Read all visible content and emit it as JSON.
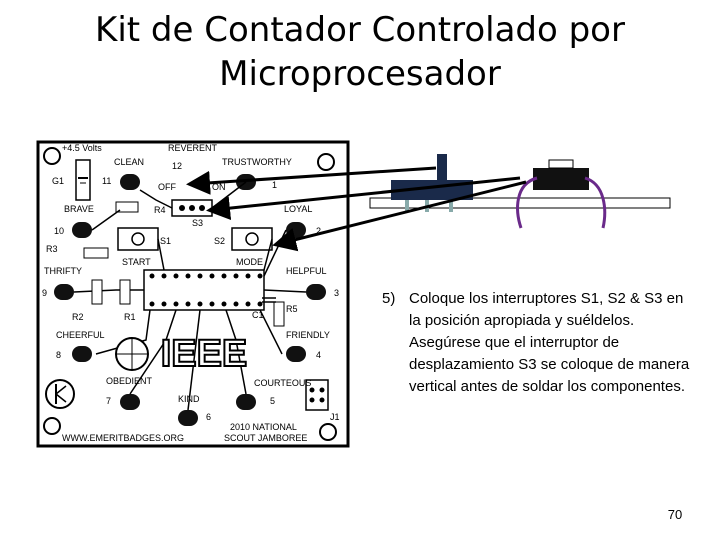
{
  "slide": {
    "title_line1": "Kit de Contador Controlado por",
    "title_line2": "Microprocesador",
    "step_number": "5)",
    "step_text": "Coloque los interruptores S1, S2 & S3 en la posición apropiada y suéldelos. Asegúrese que el interruptor de desplazamiento S3 se coloque de manera vertical antes de soldar los componentes.",
    "page_number": "70"
  },
  "pcb": {
    "voltage": "+4.5 Volts",
    "g1": "G1",
    "reverent": "REVERENT",
    "clean": "CLEAN",
    "trustworthy": "TRUSTWORTHY",
    "off": "OFF",
    "on": "ON",
    "n12": "12",
    "n11": "11",
    "n1": "1",
    "brave": "BRAVE",
    "r4": "R4",
    "s3": "S3",
    "loyal": "LOYAL",
    "n10": "10",
    "n2": "2",
    "r3": "R3",
    "s1": "S1",
    "s2": "S2",
    "start": "START",
    "mode": "MODE",
    "thrifty": "THRIFTY",
    "helpful": "HELPFUL",
    "n9": "9",
    "n3": "3",
    "r2": "R2",
    "r1": "R1",
    "r5": "R5",
    "c1": "C1",
    "cheerful": "CHEERFUL",
    "friendly": "FRIENDLY",
    "n8": "8",
    "n4": "4",
    "ieee": "IEEE",
    "obedient": "OBEDIENT",
    "courteous": "COURTEOUS",
    "n7": "7",
    "n5": "5",
    "n6": "6",
    "kind": "KIND",
    "j1": "J1",
    "event_line1": "2010 NATIONAL",
    "event_line2": "SCOUT JAMBOREE",
    "website": "WWW.EMERITBADGES.ORG"
  },
  "colors": {
    "arrow": "#000000",
    "switch_body": "#1a2a4a",
    "leg_purple": "#6a2a8a",
    "board_outline": "#000000"
  }
}
